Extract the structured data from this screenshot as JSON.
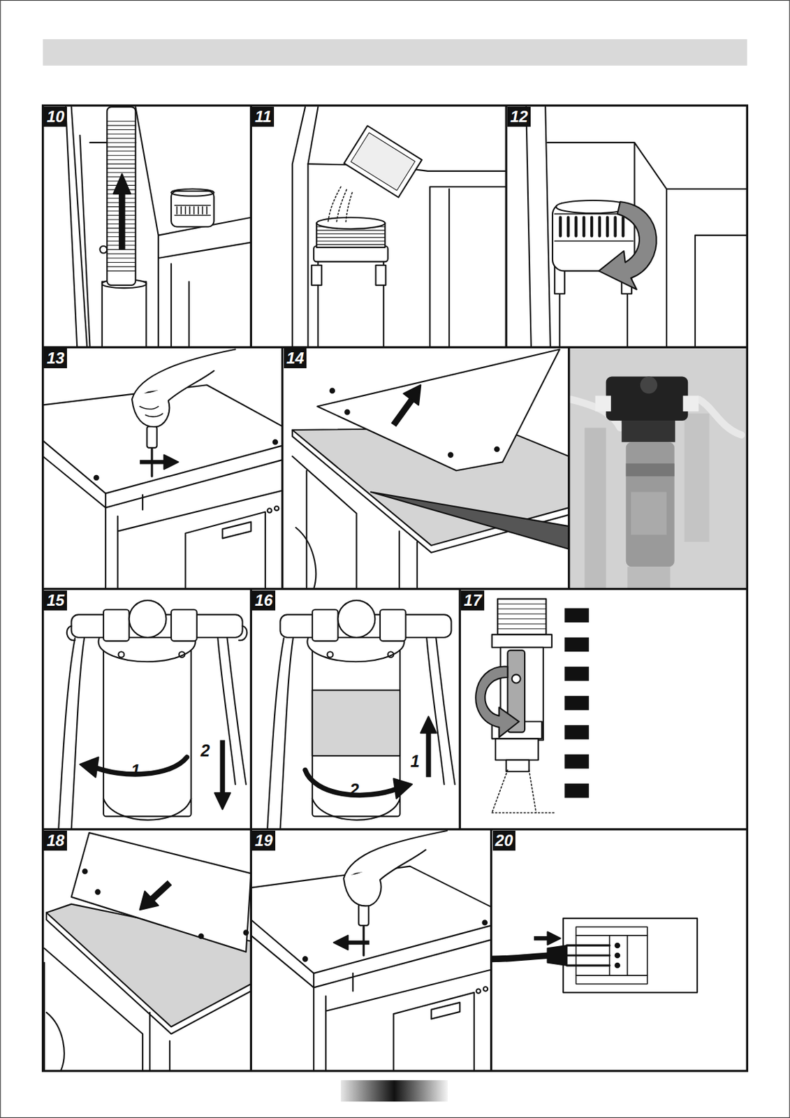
{
  "diagram": {
    "nodes": [
      {
        "text": [
          "10"
        ]
      },
      {
        "text": [
          "11"
        ]
      },
      {
        "text": [
          "12"
        ]
      },
      {
        "text": [
          "13"
        ]
      },
      {
        "text": [
          "14"
        ]
      },
      {
        "text": [
          "15"
        ]
      },
      {
        "text": [
          "16"
        ]
      },
      {
        "text": [
          "17"
        ]
      },
      {
        "text": [
          "18"
        ]
      },
      {
        "text": [
          "19"
        ]
      },
      {
        "text": [
          "20"
        ]
      }
    ],
    "labels": [
      "1",
      "2",
      "1",
      "2"
    ]
  }
}
